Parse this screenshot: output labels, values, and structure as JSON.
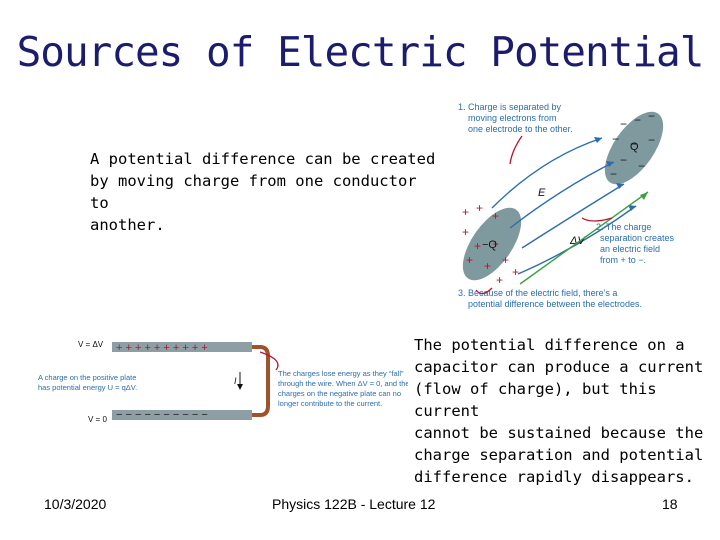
{
  "slide": {
    "title": "Sources of Electric Potential",
    "paragraph1": "        A potential difference can be created\nby moving charge from one conductor to\nanother.",
    "paragraph2": "    The potential difference on a\ncapacitor can produce a current\n(flow of charge), but this current\ncannot be sustained because the\ncharge separation and potential\ndifference rapidly disappears."
  },
  "figure_top": {
    "note1": [
      "1. Charge is separated by",
      "moving electrons from",
      "one electrode to the other."
    ],
    "note2": [
      "2. The charge",
      "separation creates",
      "an electric field",
      "from + to −."
    ],
    "note3": [
      "3. Because of the electric field, there’s a",
      "potential difference between the electrodes."
    ],
    "label_Q": "Q",
    "label_negQ": "−Q",
    "label_E": "E",
    "label_dV": "ΔV"
  },
  "figure_bottom": {
    "top_label": "V = ΔV",
    "bottom_label": "V = 0",
    "current_label": "I",
    "left_note": [
      "A charge on the positive plate",
      "has potential energy U = qΔV."
    ],
    "right_note": [
      "The charges lose energy as they “fall”",
      "through the wire. When ΔV = 0, and the",
      "charges on the negative plate can no",
      "longer contribute to the current."
    ]
  },
  "footer": {
    "date": "10/3/2020",
    "course": "Physics 122B  -  Lecture 12",
    "page": "18"
  }
}
